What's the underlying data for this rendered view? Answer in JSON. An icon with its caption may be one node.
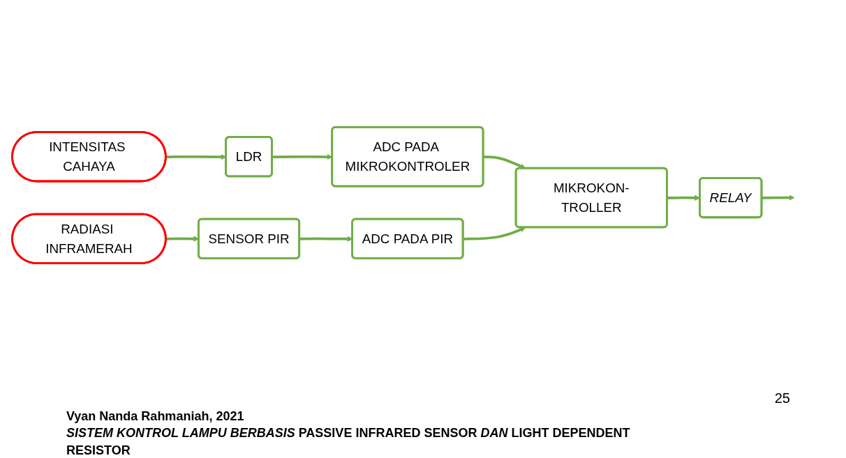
{
  "diagram": {
    "nodes": [
      {
        "text": [
          "INTENSITAS CAHAYA"
        ]
      },
      {
        "text": [
          "LDR"
        ]
      },
      {
        "text": [
          "ADC PADA MIKROKONTROLER"
        ]
      },
      {
        "text": [
          "RADIASI INFRAMERAH"
        ]
      },
      {
        "text": [
          "SENSOR PIR"
        ]
      },
      {
        "text": [
          "ADC PADA PIR"
        ]
      },
      {
        "text": [
          "MIKROKON-TROLLER"
        ]
      },
      {
        "text": [
          "RELAY"
        ]
      }
    ],
    "edges": [
      {
        "from": 0,
        "to": 1,
        "arrow": "to"
      },
      {
        "from": 1,
        "to": 2,
        "arrow": "to"
      },
      {
        "from": 2,
        "to": 6,
        "arrow": "to"
      },
      {
        "from": 3,
        "to": 4,
        "arrow": "to"
      },
      {
        "from": 4,
        "to": 5,
        "arrow": "to"
      },
      {
        "from": 5,
        "to": 6,
        "arrow": "to"
      },
      {
        "from": 6,
        "to": 7,
        "arrow": "to"
      },
      {
        "from": 7,
        "to": null,
        "arrow": "to"
      }
    ],
    "labels": [
      "25",
      "Vyan Nanda Rahmaniah, 2021",
      "*SISTEM KONTROL LAMPU BERBASIS* PASSIVE INFRARED SENSOR *DAN* LIGHT DEPENDENT RESISTOR"
    ]
  }
}
